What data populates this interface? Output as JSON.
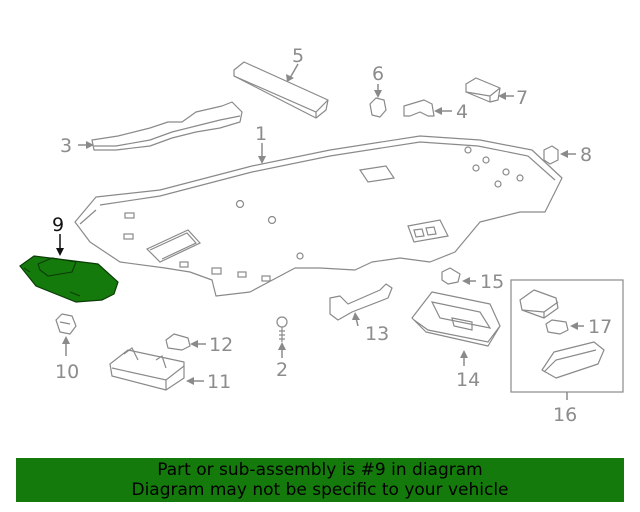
{
  "diagram": {
    "callouts": [
      {
        "id": "1",
        "label": "1"
      },
      {
        "id": "2",
        "label": "2"
      },
      {
        "id": "3",
        "label": "3"
      },
      {
        "id": "4",
        "label": "4"
      },
      {
        "id": "5",
        "label": "5"
      },
      {
        "id": "6",
        "label": "6"
      },
      {
        "id": "7",
        "label": "7"
      },
      {
        "id": "8",
        "label": "8"
      },
      {
        "id": "9",
        "label": "9"
      },
      {
        "id": "10",
        "label": "10"
      },
      {
        "id": "11",
        "label": "11"
      },
      {
        "id": "12",
        "label": "12"
      },
      {
        "id": "13",
        "label": "13"
      },
      {
        "id": "14",
        "label": "14"
      },
      {
        "id": "15",
        "label": "15"
      },
      {
        "id": "16",
        "label": "16"
      },
      {
        "id": "17",
        "label": "17"
      }
    ],
    "highlighted_part": "9",
    "highlight_color": "#157a0c",
    "line_color": "#8a8a8a"
  },
  "banner": {
    "line1": "Part or sub-assembly is #9 in diagram",
    "line2": "Diagram may not be specific to your vehicle",
    "background": "#157a0c"
  }
}
